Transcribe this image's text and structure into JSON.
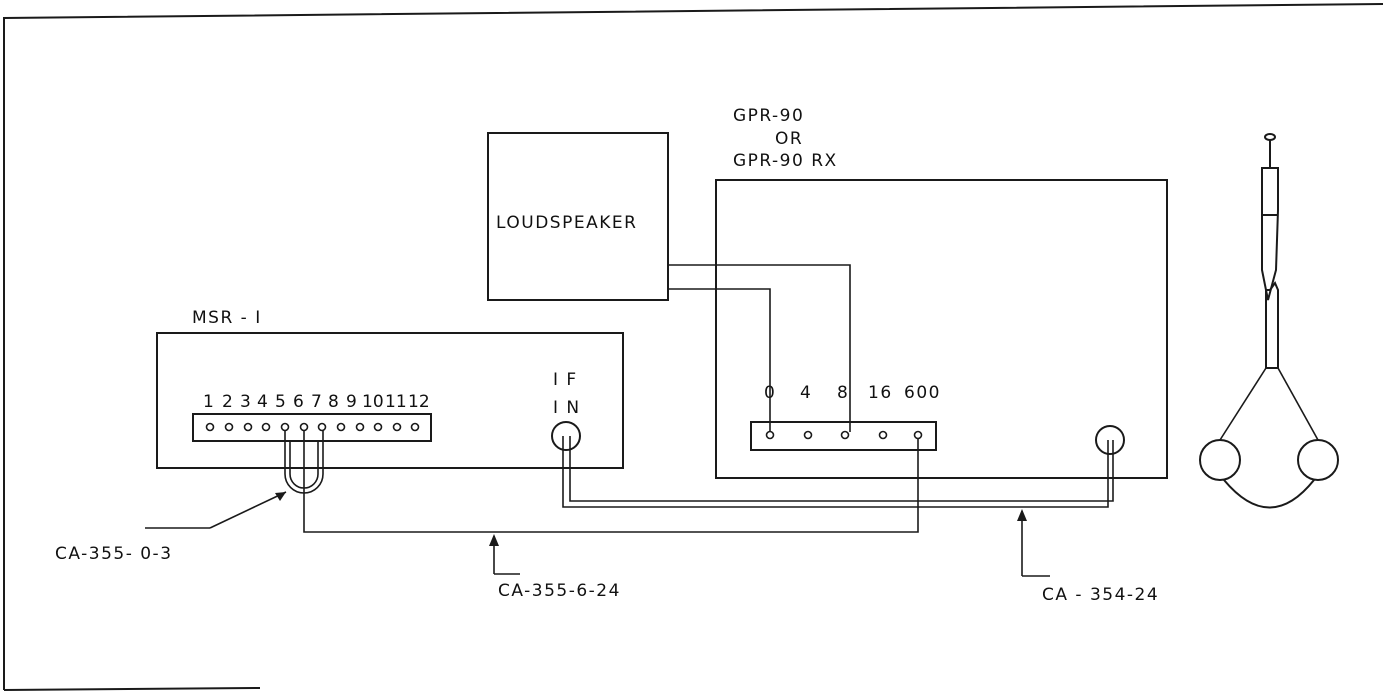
{
  "units": {
    "loudspeaker": {
      "label": "LOUDSPEAKER"
    },
    "receiver": {
      "label_line1": "GPR-90",
      "label_line2": "OR",
      "label_line3": "GPR-90 RX",
      "terminals": [
        "0",
        "4",
        "8",
        "16",
        "600"
      ]
    },
    "msr": {
      "label": "MSR - I",
      "terminals": [
        "1",
        "2",
        "3",
        "4",
        "5",
        "6",
        "7",
        "8",
        "9",
        "10",
        "11",
        "12"
      ],
      "if_in_line1": "I F",
      "if_in_line2": "I N"
    }
  },
  "cables": {
    "jumper": "CA-355- 0-3",
    "audio": "CA-355-6-24",
    "coax": "CA - 354-24"
  }
}
